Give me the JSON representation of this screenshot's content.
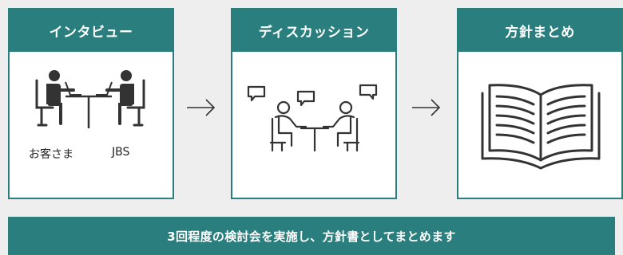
{
  "steps": [
    {
      "title": "インタビュー",
      "labels": [
        "お客さま",
        "JBS"
      ]
    },
    {
      "title": "ディスカッション"
    },
    {
      "title": "方針まとめ"
    }
  ],
  "summary": "3回程度の検討会を実施し、方針書としてまとめます",
  "colors": {
    "accent": "#2a7e7e",
    "background": "#eeeeef",
    "icon": "#333333"
  },
  "icons": [
    "interview-icon",
    "discussion-icon",
    "open-book-icon",
    "arrow-right-icon"
  ]
}
